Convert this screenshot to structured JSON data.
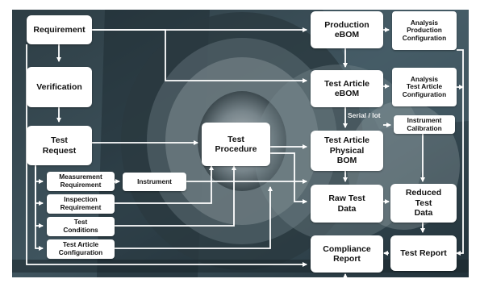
{
  "nodes": {
    "requirement": "Requirement",
    "verification": "Verification",
    "test_request": "Test\nRequest",
    "measurement_requirement": "Measurement\nRequirement",
    "instrument": "Instrument",
    "inspection_requirement": "Inspection\nRequirement",
    "test_conditions": "Test\nConditions",
    "test_article_configuration": "Test Article\nConfiguration",
    "test_procedure": "Test\nProcedure",
    "production_ebom": "Production\neBOM",
    "analysis_production_configuration": "Analysis\nProduction\nConfiguration",
    "test_article_ebom": "Test Article\neBOM",
    "analysis_test_article_configuration": "Analysis\nTest Article\nConfiguration",
    "instrument_calibration": "Instrument\nCalibration",
    "test_article_physical_bom": "Test Article\nPhysical\nBOM",
    "raw_test_data": "Raw Test\nData",
    "reduced_test_data": "Reduced\nTest\nData",
    "compliance_report": "Compliance\nReport",
    "test_report": "Test Report"
  },
  "labels": {
    "serial_lot": "Serial / lot"
  },
  "colors": {
    "background_dark": "#1f3038",
    "background_mid": "#3f5560",
    "node_fill": "#ffffff",
    "arrow": "#ffffff"
  }
}
